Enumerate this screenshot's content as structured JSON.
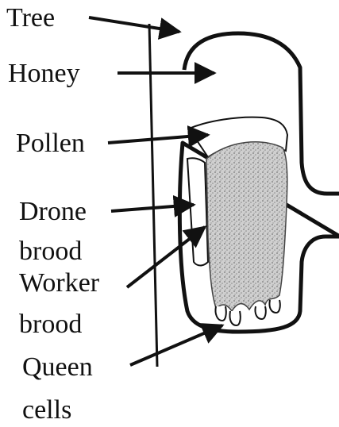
{
  "diagram": {
    "labels": {
      "tree": "Tree",
      "honey": "Honey",
      "pollen": "Pollen",
      "drone_brood_line1": "Drone",
      "drone_brood_line2": "brood",
      "worker_brood_line1": "Worker",
      "worker_brood_line2": "brood",
      "queen_cells_line1": "Queen",
      "queen_cells_line2": "cells"
    },
    "colors": {
      "ink": "#111111",
      "stipple": "#8a8a8a",
      "background": "#ffffff"
    }
  }
}
